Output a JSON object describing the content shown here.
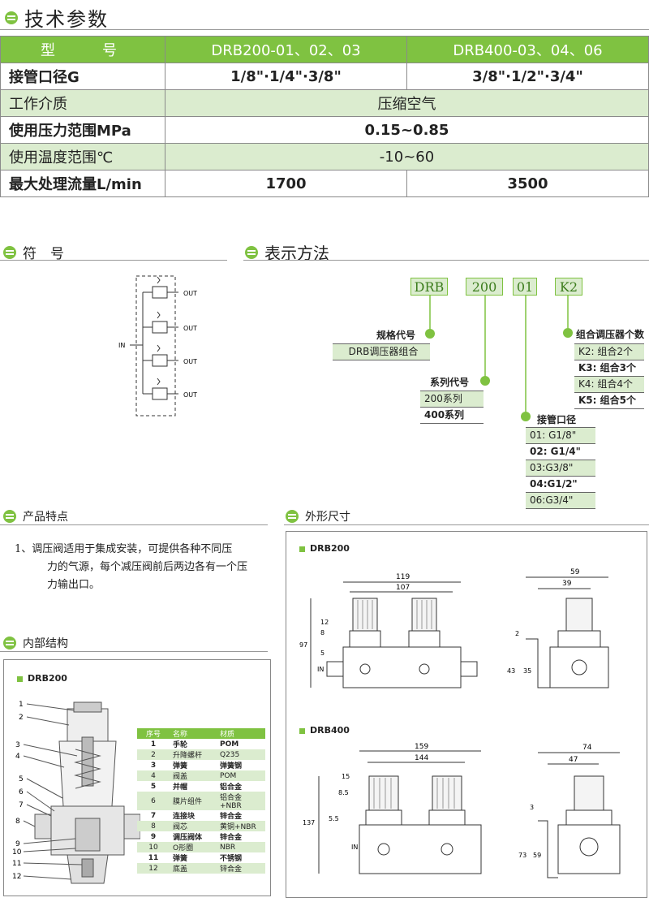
{
  "sections": {
    "specs": "技术参数",
    "symbol": "符　号",
    "notation": "表示方法",
    "features": "产品特点",
    "structure": "内部结构",
    "dimensions": "外形尺寸"
  },
  "spec_table": {
    "header": [
      "型　号",
      "DRB200-01、02、03",
      "DRB400-03、04、06"
    ],
    "rows": [
      {
        "label": "接管口径G",
        "col1": "1/8\"·1/4\"·3/8\"",
        "col2": "3/8\"·1/2\"·3/4\""
      },
      {
        "label": "工作介质",
        "merged": "压缩空气"
      },
      {
        "label": "使用压力范围MPa",
        "merged": "0.15~0.85"
      },
      {
        "label": "使用温度范围℃",
        "merged": "-10~60"
      },
      {
        "label": "最大处理流量L/min",
        "col1": "1700",
        "col2": "3500"
      }
    ]
  },
  "symbol": {
    "in": "IN",
    "out": "OUT"
  },
  "notation": {
    "codes": [
      "DRB",
      "200",
      "01",
      "K2"
    ],
    "spec_code": {
      "label": "规格代号",
      "options": [
        "DRB调压器组合"
      ]
    },
    "series_code": {
      "label": "系列代号",
      "options": [
        "200系列",
        "400系列"
      ]
    },
    "port_size": {
      "label": "接管口径",
      "options": [
        "01: G1/8\"",
        "02: G1/4\"",
        "03:G3/8\"",
        "04:G1/2\"",
        "06:G3/4\""
      ]
    },
    "combo_count": {
      "label": "组合调压器个数",
      "options": [
        "K2: 组合2个",
        "K3: 组合3个",
        "K4: 组合4个",
        "K5: 组合5个"
      ]
    }
  },
  "features": {
    "item1_line1": "1、调压阀适用于集成安装，可提供各种不同压",
    "item1_line2": "力的气源，每个减压阀前后两边各有一个压",
    "item1_line3": "力输出口。"
  },
  "structure": {
    "model": "DRB200",
    "callouts": [
      "1",
      "2",
      "3",
      "4",
      "5",
      "6",
      "7",
      "8",
      "9",
      "10",
      "11",
      "12"
    ],
    "parts_header": [
      "序号",
      "名称",
      "材质"
    ],
    "parts": [
      [
        "1",
        "手轮",
        "POM"
      ],
      [
        "2",
        "升降螺杆",
        "Q235"
      ],
      [
        "3",
        "弹簧",
        "弹簧钢"
      ],
      [
        "4",
        "阀盖",
        "POM"
      ],
      [
        "5",
        "并帽",
        "铝合金"
      ],
      [
        "6",
        "膜片组件",
        "铝合金+NBR"
      ],
      [
        "7",
        "连接块",
        "锌合金"
      ],
      [
        "8",
        "阀芯",
        "黄铜+NBR"
      ],
      [
        "9",
        "调压阀体",
        "锌合金"
      ],
      [
        "10",
        "O形圈",
        "NBR"
      ],
      [
        "11",
        "弹簧",
        "不锈钢"
      ],
      [
        "12",
        "底盖",
        "锌合金"
      ]
    ]
  },
  "dimensions": {
    "drb200": {
      "title": "DRB200",
      "dims": [
        "119",
        "107",
        "12",
        "8",
        "97",
        "5",
        "59",
        "39",
        "2",
        "43",
        "35"
      ],
      "in": "IN"
    },
    "drb400": {
      "title": "DRB400",
      "dims": [
        "159",
        "144",
        "15",
        "8.5",
        "137",
        "5.5",
        "74",
        "47",
        "3",
        "73",
        "59"
      ],
      "in": "IN"
    }
  },
  "colors": {
    "accent": "#7fc241",
    "light": "#dbeccf"
  }
}
